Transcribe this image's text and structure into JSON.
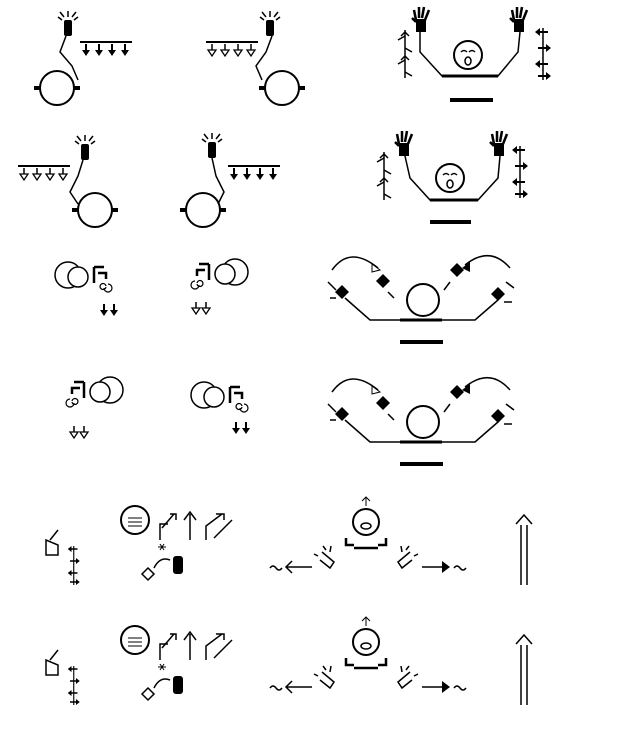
{
  "colors": {
    "ink": "#000000",
    "background": "#ffffff"
  },
  "signs": [
    {
      "name": "sign-row1-a",
      "icons": [
        "hand-icon",
        "head-circle-icon",
        "movement-arrows-icon"
      ]
    },
    {
      "name": "sign-row1-b",
      "icons": [
        "hand-icon",
        "head-circle-icon",
        "movement-arrows-icon"
      ]
    },
    {
      "name": "sign-row1-c",
      "icons": [
        "hand-icon",
        "face-icon",
        "shoulder-bar-icon",
        "movement-arrows-icon"
      ]
    },
    {
      "name": "sign-row2-a",
      "icons": [
        "hand-icon",
        "head-circle-icon",
        "movement-arrows-icon"
      ]
    },
    {
      "name": "sign-row2-b",
      "icons": [
        "hand-icon",
        "head-circle-icon",
        "movement-arrows-icon"
      ]
    },
    {
      "name": "sign-row2-c",
      "icons": [
        "hand-icon",
        "face-icon",
        "shoulder-bar-icon",
        "movement-arrows-icon"
      ]
    },
    {
      "name": "sign-row3-a",
      "icons": [
        "eye-icon",
        "spiral-icon",
        "arrow-down-icon"
      ]
    },
    {
      "name": "sign-row3-b",
      "icons": [
        "eye-icon",
        "spiral-icon",
        "arrow-down-icon"
      ]
    },
    {
      "name": "sign-row3-c",
      "icons": [
        "diamond-icon",
        "arc-arrow-icon",
        "head-circle-icon"
      ]
    },
    {
      "name": "sign-row4-a",
      "icons": [
        "eye-icon",
        "spiral-icon",
        "arrow-down-icon"
      ]
    },
    {
      "name": "sign-row4-b",
      "icons": [
        "eye-icon",
        "spiral-icon",
        "arrow-down-icon"
      ]
    },
    {
      "name": "sign-row4-c",
      "icons": [
        "diamond-icon",
        "arc-arrow-icon",
        "head-circle-icon"
      ]
    },
    {
      "name": "sign-row5",
      "icons": [
        "face-icon",
        "arrow-up-icon",
        "hand-icon",
        "double-arrow-icon"
      ]
    },
    {
      "name": "sign-row6",
      "icons": [
        "face-icon",
        "arrow-up-icon",
        "hand-icon",
        "double-arrow-icon"
      ]
    }
  ]
}
